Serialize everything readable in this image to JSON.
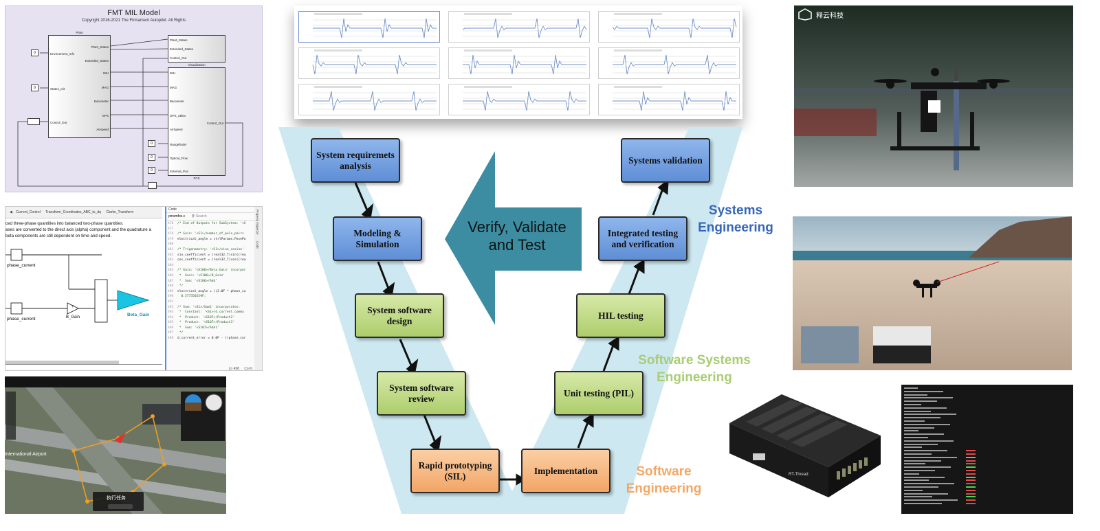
{
  "simulink": {
    "title": "FMT MIL Model",
    "copyright": "Copyright 2016-2021 The Firmament Autopilot. All Rights",
    "plant_label": "Plant",
    "plant_inputs": [
      "Environment_Info",
      "States_Init",
      "Control_Out"
    ],
    "plant_outputs": [
      "Plant_States",
      "Extended_States",
      "IMU",
      "MAG",
      "Barometer",
      "GPS",
      "Airspeed"
    ],
    "viz_label": "Visualization",
    "viz_inputs": [
      "Plant_States",
      "Extended_States",
      "Control_Out"
    ],
    "fcs_label": "FCS",
    "fcs_inputs": [
      "IMU",
      "MAG",
      "Barometer",
      "GPS_uBlox",
      "AirSpeed",
      "Rangefinder",
      "Optical_Flow",
      "External_Pos"
    ],
    "fcs_output": "Control_Out",
    "const": "0"
  },
  "code_panel": {
    "breadcrumbs": [
      "Current_Control",
      "Transform_Coordinates_ABC_to_dq",
      "Clarke_Transform"
    ],
    "description": [
      "ced three-phase quantities into balanced two-phase quantities.",
      "ases are converted to the direct axis (alpha) component and the quadrature a",
      "beta components are still dependent on time and speed."
    ],
    "signal1": "phase_current",
    "signal2": "phase_current",
    "gain_label": "B_Gain",
    "gain_value": "?",
    "gain_block": "Beta_Gain",
    "tab_label": "Code",
    "file_name": "pmsmfoc.c",
    "search_placeholder": "Search",
    "side_tabs": [
      "Property Inspector",
      "Code"
    ],
    "lines": [
      {
        "n": "478",
        "t": "/* End of Outputs for SubSystem: '<S"
      },
      {
        "n": "477",
        "t": ""
      },
      {
        "n": "478",
        "t": "/* Gain: '<S1>/number_of_pole_pairs"
      },
      {
        "n": "479",
        "t": "electrical_angle = ctrlParams.PosePo"
      },
      {
        "n": "480",
        "t": ""
      },
      {
        "n": "481",
        "t": "/* Trigonometry: '<S1>/sine_cosine'"
      },
      {
        "n": "482",
        "t": "sin_coefficient = (real32_T)sin((rea"
      },
      {
        "n": "483",
        "t": "cos_coefficient = (real32_T)cos((rea"
      },
      {
        "n": "484",
        "t": ""
      },
      {
        "n": "485",
        "t": "/* Gain: '<S106>/Beta_Gain' incorpor"
      },
      {
        "n": "486",
        "t": " *  Gain: '<S106>/B_Gain'"
      },
      {
        "n": "487",
        "t": " *  Sum: '<S106>/Add'"
      },
      {
        "n": "488",
        "t": " */"
      },
      {
        "n": "489",
        "t": "electrical_angle = ((2.0F * phase_cu"
      },
      {
        "n": "490",
        "t": "  0.577350259F;"
      },
      {
        "n": "491",
        "t": ""
      },
      {
        "n": "492",
        "t": "/* Sum: '<S1>/Sum1' incorporates:"
      },
      {
        "n": "493",
        "t": " *  Constant: '<S1>/d_current_comma"
      },
      {
        "n": "494",
        "t": " *  Product: '<S107>/Product2'"
      },
      {
        "n": "495",
        "t": " *  Product: '<S107>/Product3'"
      },
      {
        "n": "496",
        "t": " *  Sum: '<S107>/Add1'"
      },
      {
        "n": "497",
        "t": " */"
      },
      {
        "n": "498",
        "t": "d_current_error = 0.0F - ((phase_cur"
      }
    ],
    "status_ln": "Ln 498",
    "status_col": "Col 6"
  },
  "map_panel": {
    "airport_label": "International Airport",
    "dialog_title": "执行任务"
  },
  "photo1": {
    "brand": "释云科技"
  },
  "board": {
    "label": "RT-Thread"
  },
  "v_model": {
    "left": [
      "System requiremets analysis",
      "Modeling & Simulation",
      "System software design",
      "System software review"
    ],
    "bottom": [
      "Rapid prototyping (SIL)",
      "Implementation"
    ],
    "right": [
      "Unit testing (PIL)",
      "HIL testing",
      "Integrated testing and verification",
      "Systems validation"
    ],
    "arrow_text": "Verify, Validate and Test",
    "label_systems": "Systems Engineering",
    "label_sw_systems": "Software Systems Engineering",
    "label_software": "Software Engineering",
    "colors": {
      "systems": "#3666b8",
      "sw_systems": "#a9cd74",
      "software": "#f4a765",
      "arrow": "#3c8da2",
      "v_band": "#cde8f0"
    }
  }
}
